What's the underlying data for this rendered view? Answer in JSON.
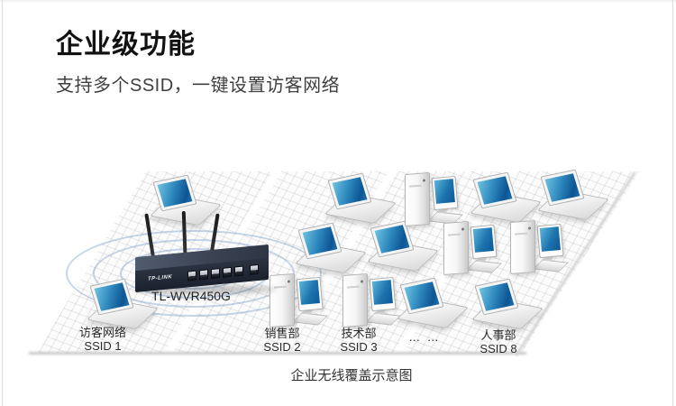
{
  "header": {
    "title": "企业级功能",
    "subtitle": "支持多个SSID，一键设置访客网络"
  },
  "diagram": {
    "caption": "企业无线覆盖示意图",
    "router": {
      "brand": "TP-LINK",
      "model": "TL-WVR450G"
    },
    "groups": [
      {
        "name": "访客网络",
        "ssid": "SSID 1"
      },
      {
        "name": "销售部",
        "ssid": "SSID 2"
      },
      {
        "name": "技术部",
        "ssid": "SSID 3"
      },
      {
        "name": "人事部",
        "ssid": "SSID 8"
      }
    ],
    "ellipsis": "… …"
  },
  "colors": {
    "screen_blue": "#1d74ad",
    "router_body": "#2b3342",
    "wifi_ripple": "#769cc7",
    "grid_line": "#dddddd",
    "text_dark": "#121212"
  }
}
